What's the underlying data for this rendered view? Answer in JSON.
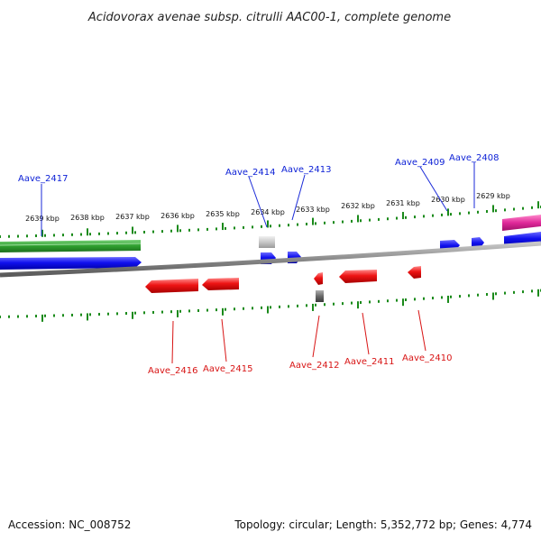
{
  "title": "Acidovorax avenae subsp. citrulli AAC00-1, complete genome",
  "footer": {
    "accession": "Accession: NC_008752",
    "topology": "Topology: circular; Length: 5,352,772 bp; Genes: 4,774"
  },
  "colors": {
    "forward": "#1010ee",
    "reverse": "#ee1414",
    "pseudogene": "#c8c8c8",
    "rna": "#6a6a6a",
    "green_track": "#2e9e2e",
    "magenta_track": "#e0289a",
    "backbone": "#8a8a8a",
    "ticks": "#1a8a1a",
    "label_forward": "#0b1fd6",
    "label_reverse": "#d81414"
  },
  "scale_labels": [
    "2639 kbp",
    "2638 kbp",
    "2637 kbp",
    "2636 kbp",
    "2635 kbp",
    "2634 kbp",
    "2633 kbp",
    "2632 kbp",
    "2631 kbp",
    "2630 kbp",
    "2629 kbp"
  ],
  "gene_labels": {
    "Aave_2417": "Aave_2417",
    "Aave_2414": "Aave_2414",
    "Aave_2413": "Aave_2413",
    "Aave_2409": "Aave_2409",
    "Aave_2408": "Aave_2408",
    "Aave_2416": "Aave_2416",
    "Aave_2415": "Aave_2415",
    "Aave_2412": "Aave_2412",
    "Aave_2411": "Aave_2411",
    "Aave_2410": "Aave_2410"
  }
}
